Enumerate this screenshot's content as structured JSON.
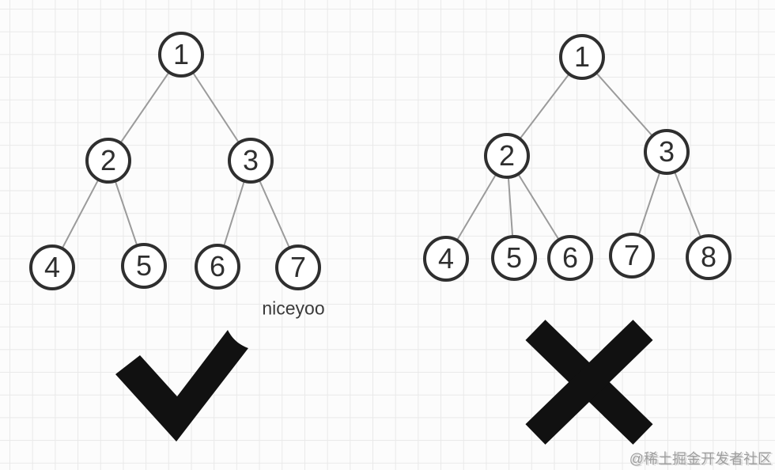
{
  "left_tree": {
    "nodes": [
      "1",
      "2",
      "3",
      "4",
      "5",
      "6",
      "7"
    ],
    "edges": [
      "1-2",
      "1-3",
      "2-4",
      "2-5",
      "3-6",
      "3-7"
    ],
    "verdict_icon": "check-icon",
    "verdict_meaning": "correct"
  },
  "right_tree": {
    "nodes": [
      "1",
      "2",
      "3",
      "4",
      "5",
      "6",
      "7",
      "8"
    ],
    "edges": [
      "1-2",
      "1-3",
      "2-4",
      "2-5",
      "2-6",
      "3-7",
      "3-8"
    ],
    "verdict_icon": "x-icon",
    "verdict_meaning": "incorrect"
  },
  "caption": "niceyoo",
  "watermark": "@稀土掘金开发者社区",
  "colors": {
    "background": "#fcfcfc",
    "grid_line": "#e9e9e9",
    "node_border": "#2f2f2f",
    "node_fill": "#ffffff",
    "node_text": "#2f2f2f",
    "edge": "#9b9b9b",
    "mark": "#111111",
    "caption_text": "#3a3a3a",
    "watermark_text": "#8f8f8f"
  }
}
